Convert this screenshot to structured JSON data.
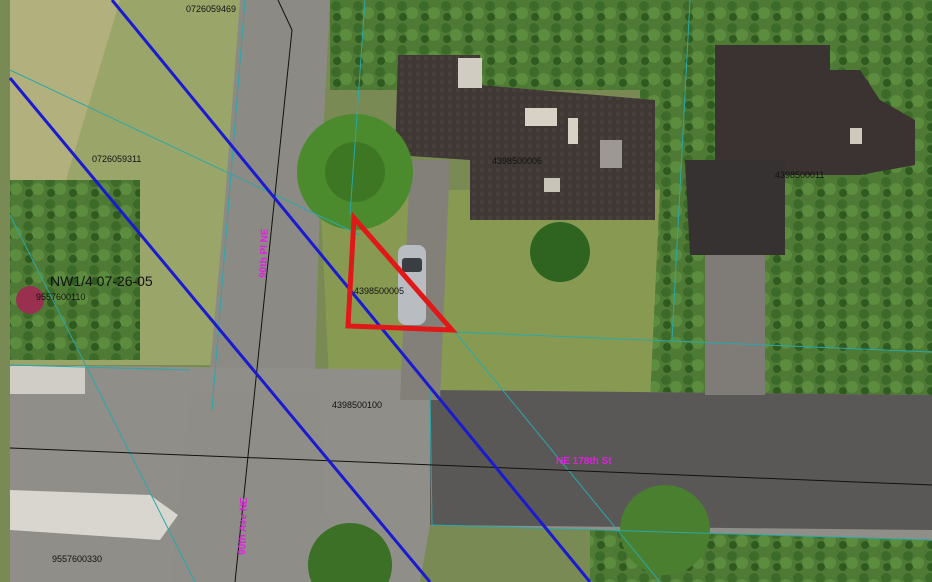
{
  "map": {
    "parcels": [
      {
        "id": "parcel-0726059469",
        "label": "0726059469"
      },
      {
        "id": "parcel-0726059311",
        "label": "0726059311"
      },
      {
        "id": "parcel-4398500006",
        "label": "4398500006"
      },
      {
        "id": "parcel-4398500011",
        "label": "4398500011"
      },
      {
        "id": "parcel-4398500005",
        "label": "4398500005"
      },
      {
        "id": "parcel-9557600110",
        "label": "9557600110"
      },
      {
        "id": "parcel-4398500100",
        "label": "4398500100"
      },
      {
        "id": "parcel-9557600330",
        "label": "9557600330"
      }
    ],
    "section_label": "NW1/4  07-26-05",
    "streets": [
      {
        "id": "street-90th-pl-ne",
        "label": "90th Pl NE"
      },
      {
        "id": "street-90th-ave-ne",
        "label": "90th Ave NE"
      },
      {
        "id": "street-ne-178th-st",
        "label": "NE 178th St"
      }
    ],
    "colors": {
      "highlight": "#e01818",
      "boundary_major": "#1a1ad0",
      "parcel_line": "#2aa8a8",
      "street_line": "#111111",
      "street_label": "#e020e0"
    }
  }
}
